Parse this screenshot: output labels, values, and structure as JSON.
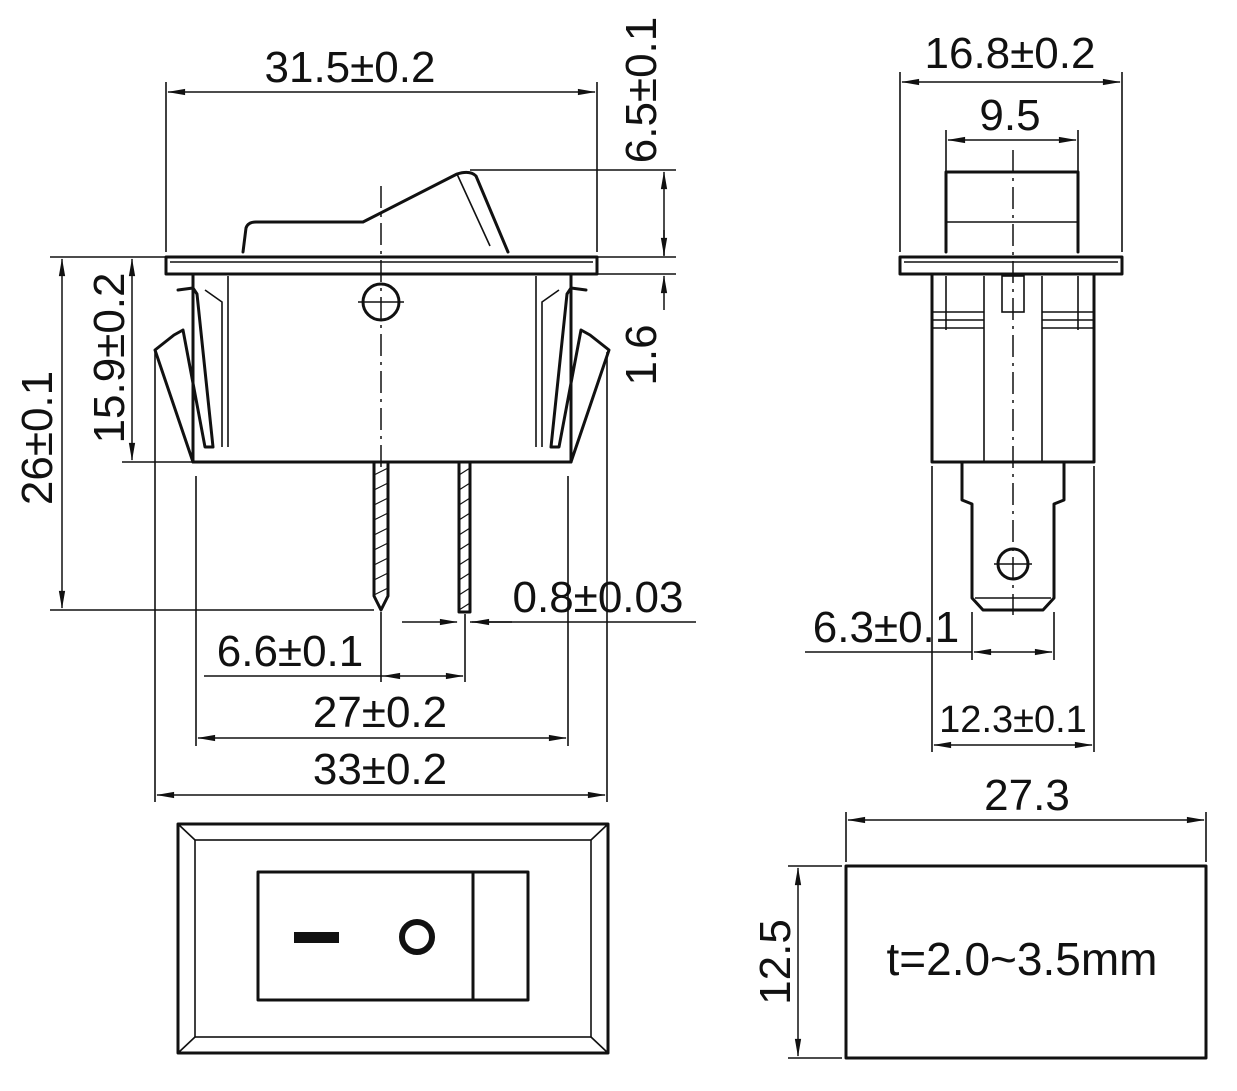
{
  "dimensions": {
    "front_width": "31.5±0.2",
    "rocker_height": "6.5±0.1",
    "flange_thickness": "1.6",
    "total_height": "26±0.1",
    "body_height": "15.9±0.2",
    "terminal_thickness": "0.8±0.03",
    "terminal_spacing": "6.6±0.1",
    "clip_width_inner": "27±0.2",
    "clip_width_outer": "33±0.2",
    "side_width": "16.8±0.2",
    "rocker_width": "9.5",
    "terminal_width": "6.3±0.1",
    "body_depth": "12.3±0.1",
    "cutout_width": "27.3",
    "cutout_height": "12.5"
  },
  "panel_thickness_note": "t=2.0~3.5mm"
}
